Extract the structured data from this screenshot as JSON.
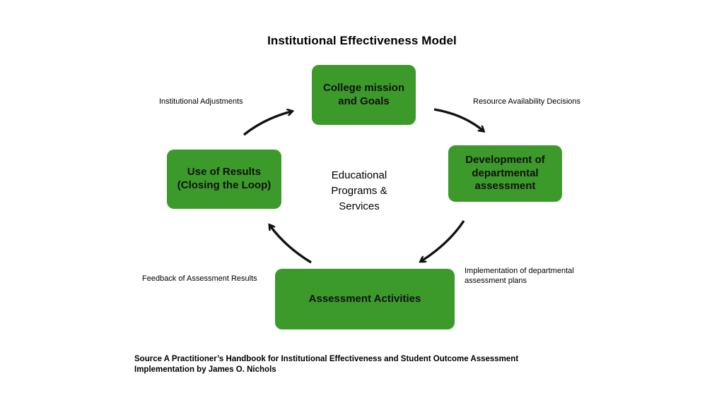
{
  "title": "Institutional Effectiveness Model",
  "boxes": {
    "mission": "College mission\nand Goals",
    "development": "Development of\ndepartmental\nassessment",
    "assessment": "Assessment Activities",
    "use": "Use of Results\n(Closing the Loop)"
  },
  "center_text": "Educational\nPrograms &\nServices",
  "edge_labels": {
    "adjustments": "Institutional Adjustments",
    "resource": "Resource Availability Decisions",
    "feedback": "Feedback of Assessment Results",
    "implementation": "Implementation of departmental\nassessment plans"
  },
  "source": "Source  A Practitioner’s  Handbook for Institutional Effectiveness and Student Outcome Assessment\nImplementation by James O. Nichols",
  "colors": {
    "box_fill": "#3c9a2a",
    "arrow": "#111111"
  }
}
